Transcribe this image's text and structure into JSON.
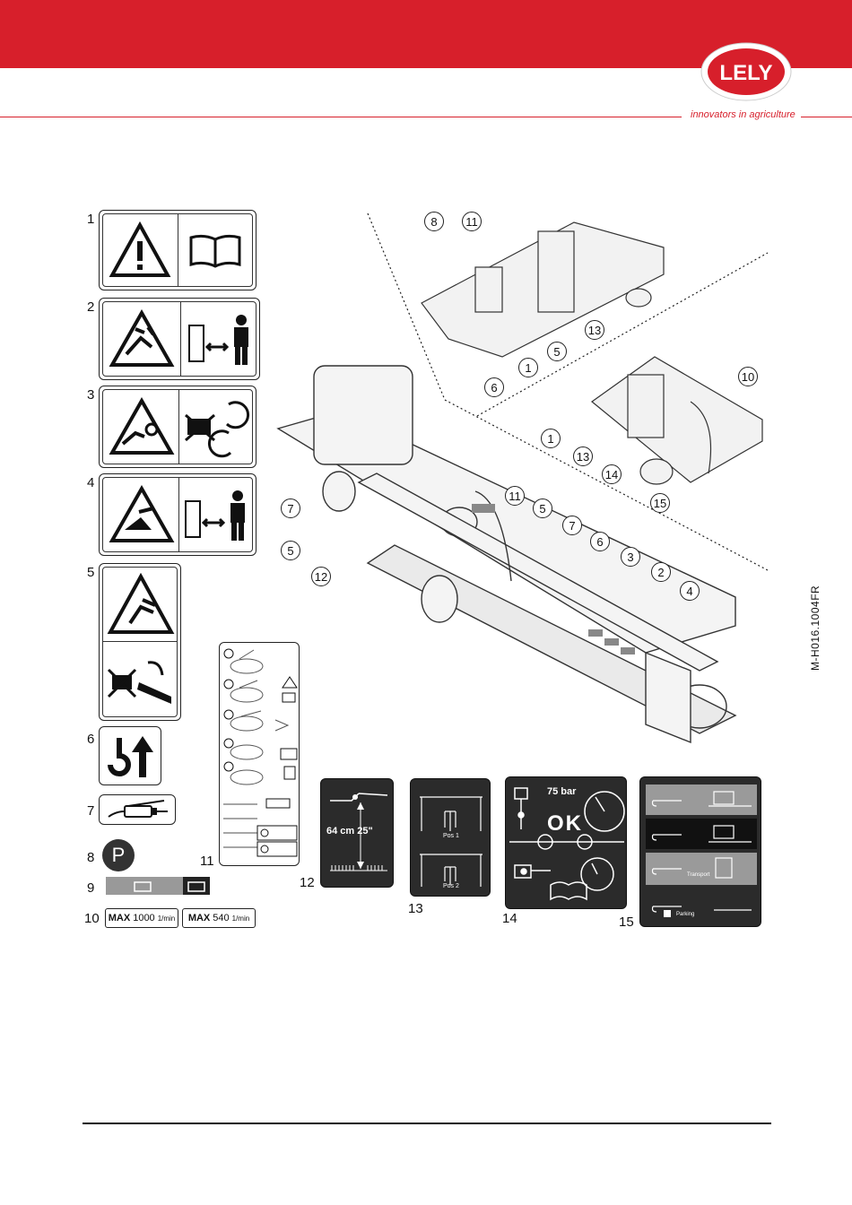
{
  "header": {
    "brand": "LELY",
    "tagline": "innovators in agriculture",
    "brand_color": "#d71f2b"
  },
  "document": {
    "reference": "M-H016.1004FR"
  },
  "decals": {
    "labels": [
      "1",
      "2",
      "3",
      "4",
      "5",
      "6",
      "7",
      "8",
      "9",
      "10",
      "11",
      "12",
      "13",
      "14",
      "15"
    ],
    "d10": {
      "left_max": "MAX",
      "left_val": "1000",
      "right_max": "MAX",
      "right_val": "540",
      "unit": "1/min"
    },
    "d12": {
      "value": "64 cm  25\""
    },
    "d13": {
      "pos1": "Pos 1",
      "pos2": "Pos 2"
    },
    "d14": {
      "pressure": "75 bar",
      "status": "OK"
    },
    "d15": {
      "transport": "Transport",
      "parking": "Parking"
    },
    "d8": {
      "letter": "P"
    }
  },
  "machine": {
    "callouts": [
      "8",
      "11",
      "13",
      "5",
      "1",
      "6",
      "10",
      "1",
      "13",
      "14",
      "15",
      "11",
      "5",
      "7",
      "7",
      "6",
      "3",
      "2",
      "4",
      "5",
      "12"
    ]
  }
}
